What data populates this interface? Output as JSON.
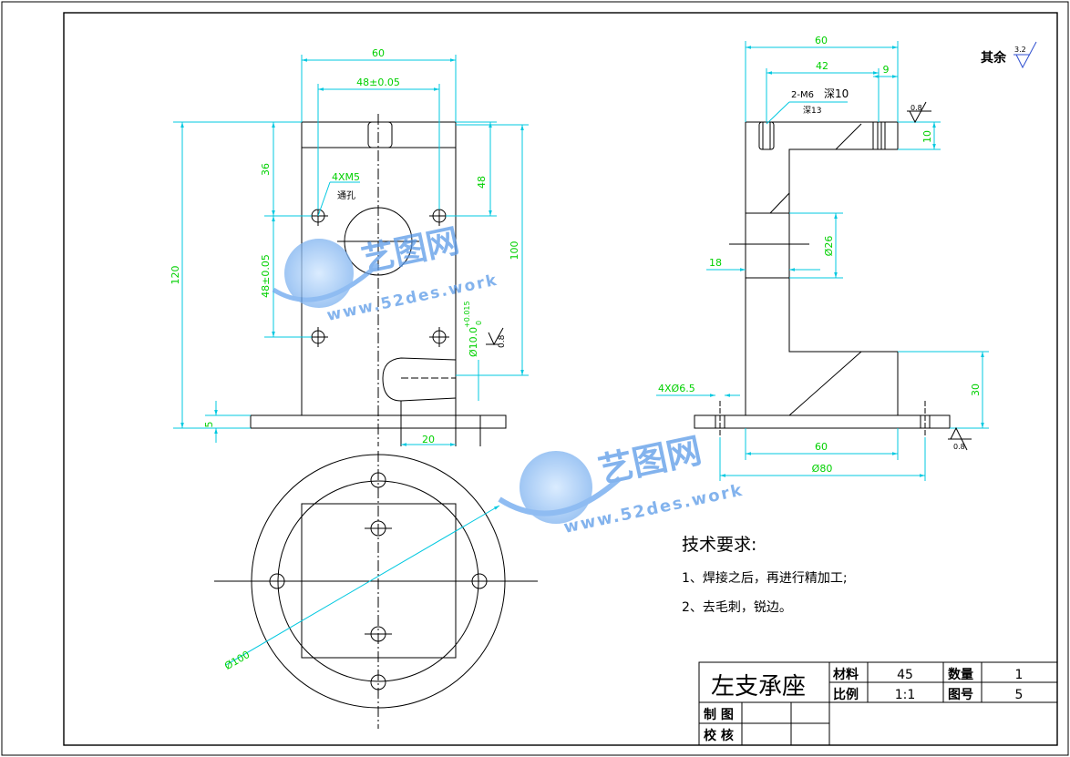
{
  "front_view": {
    "dims": {
      "width_60": "60",
      "hole_spacing": "48±0.05",
      "height_120": "120",
      "top_36": "36",
      "vertical_spacing": "48±0.05",
      "right_48": "48",
      "right_100": "100",
      "base_5": "5",
      "slot_20": "20",
      "bore_dia_main": "Ø10.0",
      "bore_tol_upper": "+0.015",
      "bore_tol_lower": "0"
    },
    "thread_callout": "4XM5",
    "thread_note": "通孔",
    "roughness": "0.8"
  },
  "side_view": {
    "dims": {
      "width_60": "60",
      "dim_42": "42",
      "dim_9": "9",
      "dim_10": "10",
      "dim_18": "18",
      "dia_26": "Ø26",
      "dim_30": "30",
      "holes": "4XØ6.5",
      "base_60": "60",
      "dia_80": "Ø80"
    },
    "thread_callout": "2-M6",
    "thread_depth": "深10",
    "hole_depth": "深13",
    "roughness_top": "0.8",
    "roughness_bottom": "0.8"
  },
  "top_view": {
    "dia_100": "Ø100"
  },
  "general_roughness": {
    "label": "其余",
    "value": "3.2"
  },
  "watermark": {
    "brand": "艺图网",
    "url": "www.52des.work"
  },
  "requirements": {
    "title": "技术要求:",
    "items": [
      "1、焊接之后，再进行精加工;",
      "2、去毛刺，锐边。"
    ]
  },
  "title_block": {
    "part_name": "左支承座",
    "material_label": "材料",
    "material_value": "45",
    "qty_label": "数量",
    "qty_value": "1",
    "scale_label": "比例",
    "scale_value": "1:1",
    "drawing_no_label": "图号",
    "drawing_no_value": "5",
    "drawn_label": "制 图",
    "checked_label": "校 核"
  }
}
